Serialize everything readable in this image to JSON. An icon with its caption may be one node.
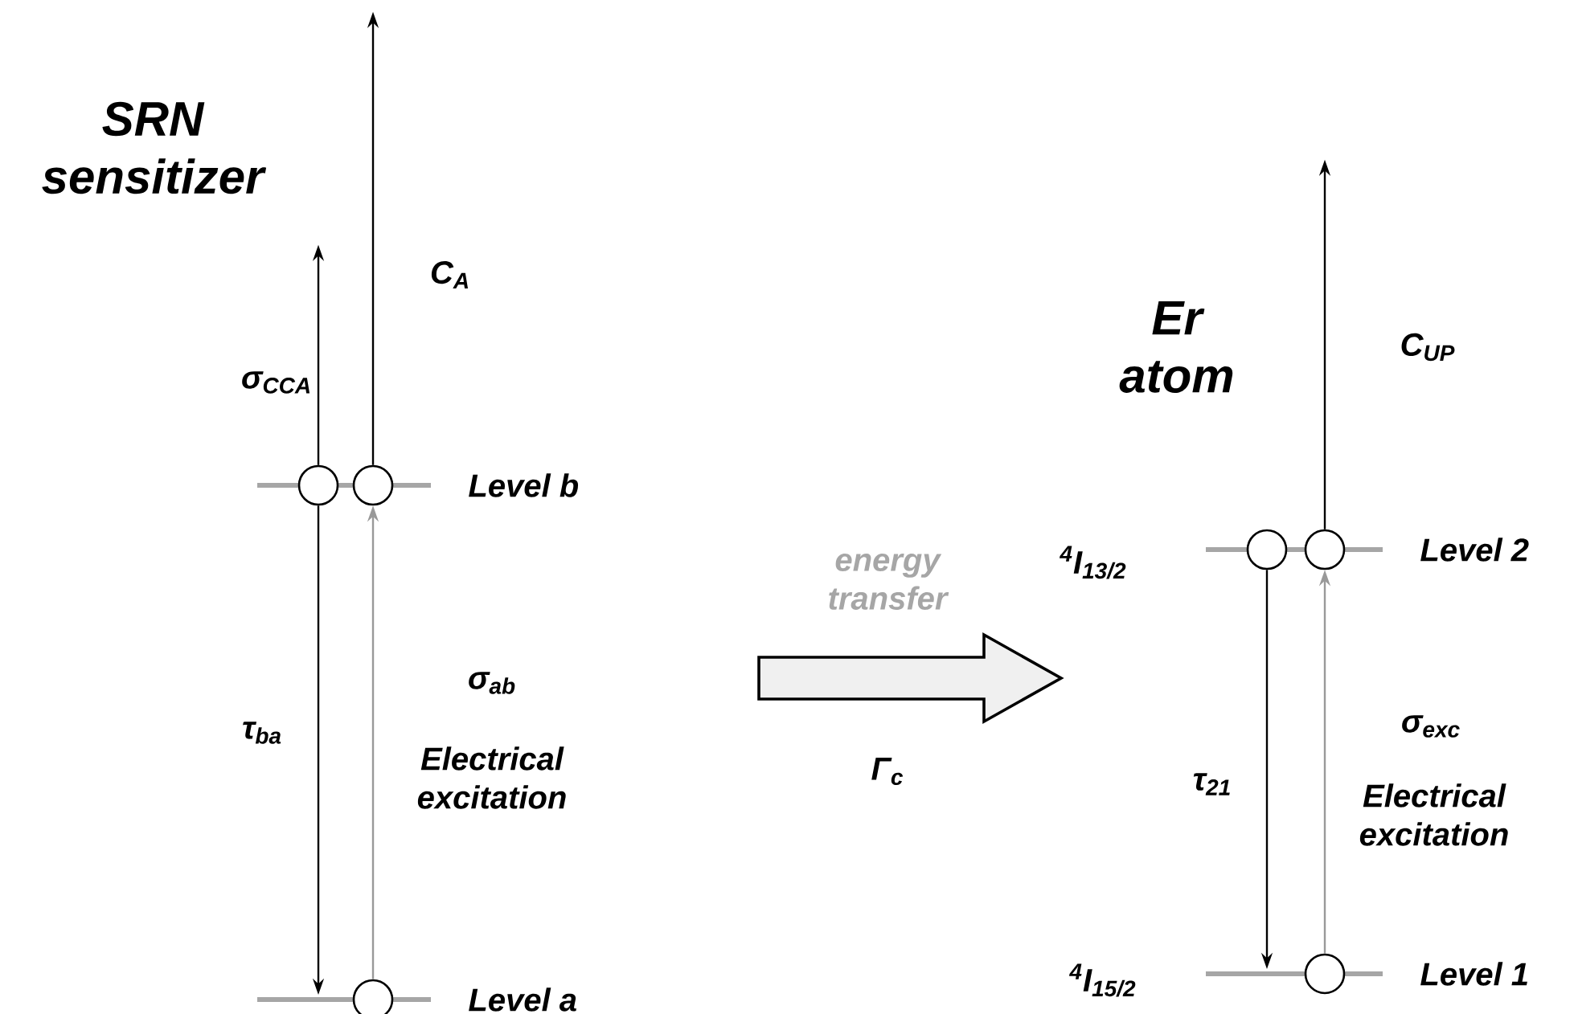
{
  "diagram": {
    "nodes": [
      {
        "text": [
          "Level b"
        ]
      },
      {
        "text": [],
        "shape": "circle"
      },
      {
        "text": [],
        "shape": "circle"
      },
      {
        "text": [
          "Level a"
        ]
      },
      {
        "text": [],
        "shape": "circle"
      },
      {
        "text": [
          "Level 2"
        ]
      },
      {
        "text": [],
        "shape": "circle"
      },
      {
        "text": [],
        "shape": "circle"
      },
      {
        "text": [
          "Level 1"
        ]
      },
      {
        "text": [],
        "shape": "circle"
      }
    ],
    "edges": [
      {
        "from": 1,
        "to": null,
        "arrow": "to",
        "label": "σ$_{CCA}$"
      },
      {
        "from": 2,
        "to": null,
        "arrow": "to",
        "label": "C$_{A}$"
      },
      {
        "from": 1,
        "to": 3,
        "arrow": "to",
        "label": "τ$_{ba}$"
      },
      {
        "from": 4,
        "to": 2,
        "arrow": "to",
        "label": "σ$_{ab}$",
        "color": "#999999"
      },
      {
        "from": 7,
        "to": null,
        "arrow": "to",
        "label": "C$_{UP}$"
      },
      {
        "from": 6,
        "to": 8,
        "arrow": "to",
        "label": "τ$_{21}$"
      },
      {
        "from": 9,
        "to": 7,
        "arrow": "to",
        "label": "σ$_{exc}$",
        "color": "#999999"
      }
    ],
    "labels": [
      "SRN sensitizer",
      "Er atom",
      "energy transfer",
      "$^{4}$I$_{13/2}$",
      "Electrical excitation",
      "Γ$_{c}$",
      "$^{4}$I$_{15/2}$",
      "Electrical excitation"
    ]
  }
}
